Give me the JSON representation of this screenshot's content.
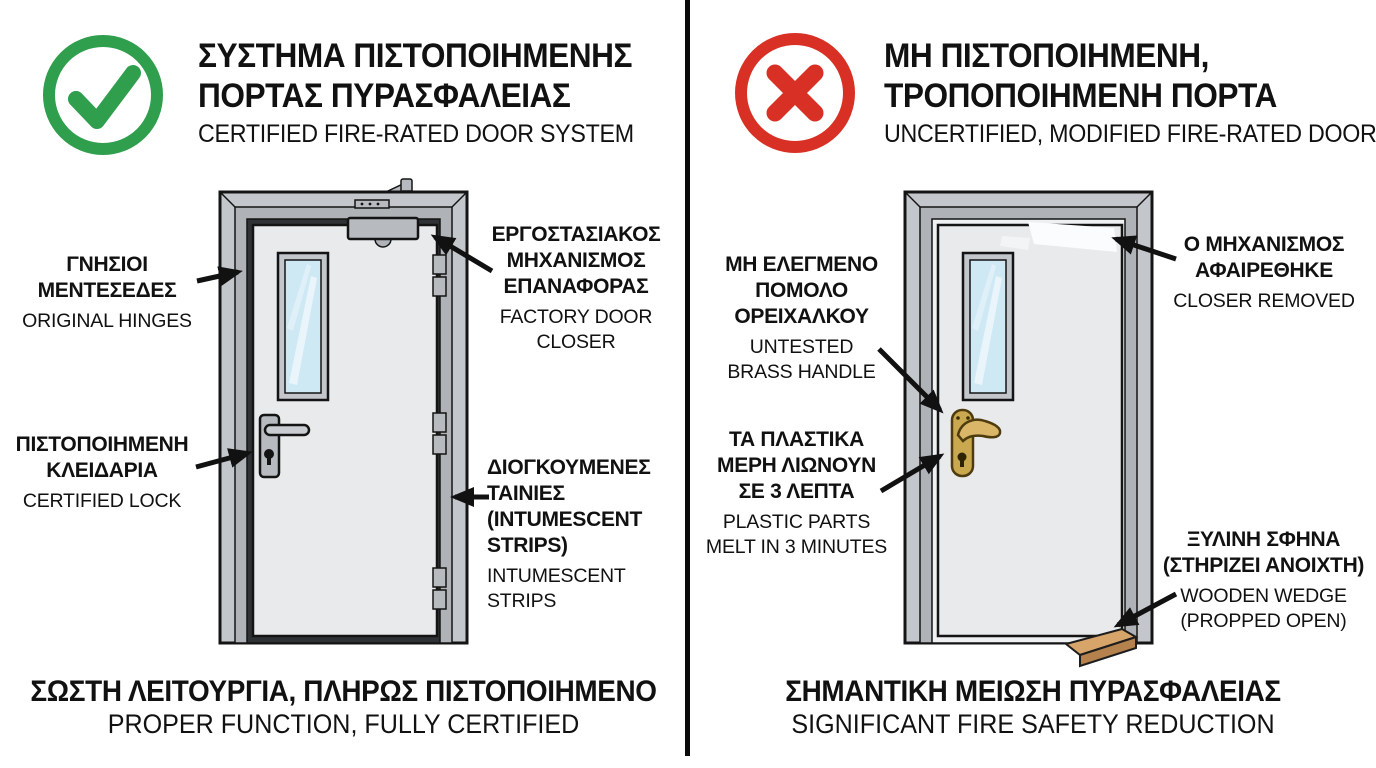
{
  "colors": {
    "background": "#ffffff",
    "text": "#111111",
    "line": "#141414",
    "divider": "#0a0a0a",
    "check_green": "#2f9e4d",
    "cross_red": "#d93025",
    "frame": "#c3c7cb",
    "frame_dark": "#afb3b7",
    "seal": "#2f3235",
    "gap_light": "#eef0f2",
    "door": "#e8eaec",
    "glass": "#cfe9f4",
    "metal": "#b7bbbf",
    "metal_light": "#c9cdd1",
    "brass": "#c9a84f",
    "brass_light": "#d9b668",
    "wood_top": "#d7a56a",
    "wood_front": "#b5824e"
  },
  "left": {
    "icon": "check-in-circle",
    "title_el": [
      "ΣΥΣΤΗΜΑ ΠΙΣΤΟΠΟΙΗΜΕΝΗΣ",
      "ΠΟΡΤΑΣ ΠΥΡΑΣΦΑΛΕΙΑΣ"
    ],
    "title_en": "CERTIFIED FIRE-RATED DOOR SYSTEM",
    "labels": {
      "hinges": {
        "el": [
          "ΓΝΗΣΙΟΙ",
          "ΜΕΝΤΕΣΕΔΕΣ"
        ],
        "en": [
          "ORIGINAL HINGES"
        ]
      },
      "closer": {
        "el": [
          "ΕΡΓΟΣΤΑΣΙΑΚΟΣ",
          "ΜΗΧΑΝΙΣΜΟΣ",
          "ΕΠΑΝΑΦΟΡΑΣ"
        ],
        "en": [
          "FACTORY DOOR",
          "CLOSER"
        ]
      },
      "lock": {
        "el": [
          "ΠΙΣΤΟΠΟΙΗΜΕΝΗ",
          "ΚΛΕΙΔΑΡΙΑ"
        ],
        "en": [
          "CERTIFIED LOCK"
        ]
      },
      "strips": {
        "el": [
          "ΔΙΟΓΚΟΥΜΕΝΕΣ",
          "ΤΑΙΝΙΕΣ",
          "(INTUMESCENT",
          "STRIPS)"
        ],
        "en": [
          "INTUMESCENT",
          "STRIPS"
        ]
      }
    },
    "footer_el": "ΣΩΣΤΗ ΛΕΙΤΟΥΡΓΙΑ, ΠΛΗΡΩΣ ΠΙΣΤΟΠΟΙΗΜΕΝΟ",
    "footer_en": "PROPER FUNCTION, FULLY CERTIFIED"
  },
  "right": {
    "icon": "x-in-circle",
    "title_el": [
      "ΜΗ ΠΙΣΤΟΠΟΙΗΜΕΝΗ,",
      "ΤΡΟΠΟΠΟΙΗΜΕΝΗ ΠΟΡΤΑ"
    ],
    "title_en": "UNCERTIFIED, MODIFIED FIRE-RATED DOOR",
    "labels": {
      "handle": {
        "el": [
          "ΜΗ ΕΛΕΓΜΕΝΟ",
          "ΠΟΜΟΛΟ",
          "ΟΡΕΙΧΑΛΚΟΥ"
        ],
        "en": [
          "UNTESTED",
          "BRASS HANDLE"
        ]
      },
      "plastic": {
        "el": [
          "ΤΑ ΠΛΑΣΤΙΚΑ",
          "ΜΕΡΗ ΛΙΩΝΟΥΝ",
          "ΣΕ 3 ΛΕΠΤΑ"
        ],
        "en": [
          "PLASTIC PARTS",
          "MELT IN 3 MINUTES"
        ]
      },
      "closer_removed": {
        "el": [
          "Ο ΜΗΧΑΝΙΣΜΟΣ",
          "ΑΦΑΙΡΕΘΗΚΕ"
        ],
        "en": [
          "CLOSER REMOVED"
        ]
      },
      "wedge": {
        "el": [
          "ΞΥΛΙΝΗ ΣΦΗΝΑ",
          "(ΣΤΗΡΙΖΕΙ ΑΝΟΙΧΤΗ)"
        ],
        "en": [
          "WOODEN WEDGE",
          "(PROPPED OPEN)"
        ]
      }
    },
    "footer_el": "ΣΗΜΑΝΤΙΚΗ ΜΕΙΩΣΗ ΠΥΡΑΣΦΑΛΕΙΑΣ",
    "footer_en": "SIGNIFICANT FIRE SAFETY REDUCTION"
  }
}
